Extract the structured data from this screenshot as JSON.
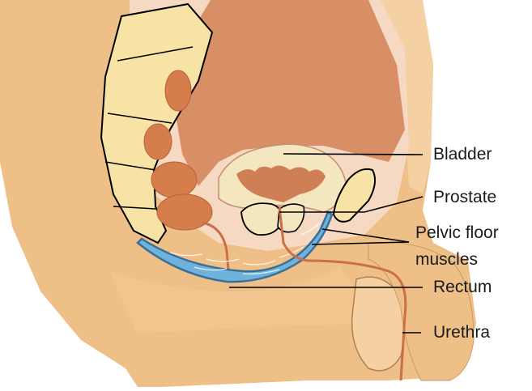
{
  "labels": {
    "bladder": "Bladder",
    "prostate": "Prostate",
    "pelvic_floor_line1": "Pelvic floor",
    "pelvic_floor_line2": "muscles",
    "rectum": "Rectum",
    "urethra": "Urethra"
  },
  "colors": {
    "skin": "#eebf86",
    "skin_light": "#f5d0a2",
    "pale_tissue": "#f6d9c2",
    "cavity": "#d98f66",
    "bladder_wall": "#f4e6bf",
    "bladder_inner": "#cf7f55",
    "bone": "#f7e3a6",
    "bowel": "#d57d4b",
    "muscle": "#6fb3dd",
    "muscle_edge": "#3a6f98",
    "outline": "#000000"
  }
}
